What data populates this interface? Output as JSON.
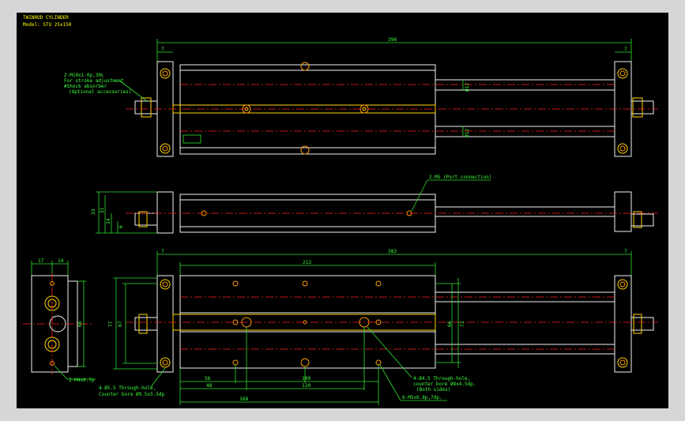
{
  "title_block": {
    "name": "TWINROD CYLINDER",
    "model": "Model: STU 25x150"
  },
  "top_view": {
    "dims": {
      "overall": "396",
      "left_plate": "7",
      "right_plate": "7",
      "rod_dia_upper": "Ø12",
      "rod_dia_lower": "Ø12"
    },
    "note_stroke": [
      "2-M10x1.0p,30L",
      "For stroke adjustment",
      "#Shock absorber",
      "(Optional accessories)"
    ]
  },
  "side_view": {
    "dims": {
      "h33": "33",
      "h31": "31",
      "h14": "14",
      "h6": "6"
    },
    "note_port": "2-M5 (Port connection)"
  },
  "front_view": {
    "dims": {
      "w17": "17",
      "w14": "14",
      "h66": "66",
      "left_plate": "7",
      "body_len": "212",
      "overall": "382",
      "right_plate": "7",
      "h77": "77",
      "h67": "67",
      "h66b": "66",
      "h73": "73",
      "d56": "56",
      "d48": "48",
      "d100": "100",
      "d120": "120",
      "d168": "168"
    },
    "note_tap": "2-M4x0.7p",
    "note_holes_left": [
      "4-Ø5.5 Through-hole,",
      "Counter bore Ø9.5x5.5dp"
    ],
    "note_holes_right": [
      "4-Ø4.5 Through-hole,",
      "counter bore Ø8x4.5dp.",
      "(Both sides)"
    ],
    "note_tap_right": "6-M5x0.8p,7dp."
  },
  "colors": {
    "background": "#000000",
    "dimension": "#3dff3d",
    "outline": "#f2f2f2",
    "center": "#ff2020",
    "title": "#ffff00"
  }
}
